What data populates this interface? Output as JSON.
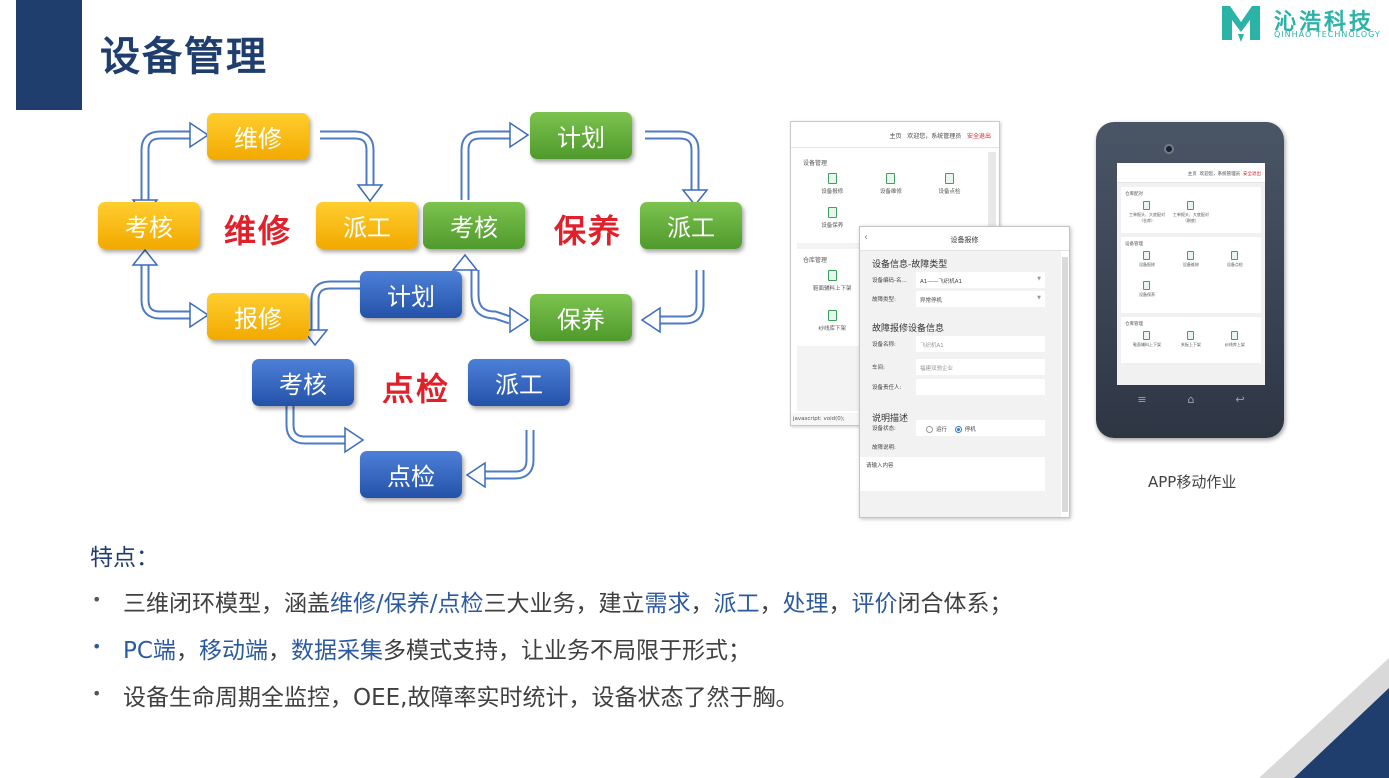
{
  "page": {
    "title": "设备管理",
    "brand": {
      "name": "沁浩科技",
      "subtitle": "QINHAO TECHNOLOGY",
      "color": "#2bb3a8"
    },
    "accent": "#1f3e6e"
  },
  "diagram": {
    "repair_cycle": {
      "label": "维修",
      "nodes": {
        "top": "维修",
        "left": "考核",
        "right": "派工",
        "bottom": "报修"
      }
    },
    "maintain_cycle": {
      "label": "保养",
      "nodes": {
        "top": "计划",
        "left": "考核",
        "right": "派工",
        "bottom": "保养"
      }
    },
    "inspect_cycle": {
      "label": "点检",
      "nodes": {
        "top": "计划",
        "left": "考核",
        "right": "派工",
        "bottom": "点检"
      }
    },
    "colors": {
      "repair": "#f2a900",
      "maintain": "#4f9a2c",
      "inspect": "#2452a8",
      "label": "#e0202a"
    }
  },
  "pc_screen": {
    "nav": {
      "home": "主页",
      "welcome": "欢迎您，系统管理员",
      "logout": "安全退出"
    },
    "section1": {
      "title": "设备管理",
      "items": [
        "设备报修",
        "设备维修",
        "设备点检",
        "设备保养"
      ]
    },
    "section2": {
      "title": "仓库管理",
      "items": [
        "鞋面辅料上下架",
        "纱线库下架"
      ]
    },
    "status": "javascript: void(0);"
  },
  "form_screen": {
    "title": "设备报修",
    "back": "‹",
    "section1": "设备信息-故障类型",
    "fields1": [
      {
        "label": "设备编码-名...",
        "value": "A1——飞织机A1"
      },
      {
        "label": "故障类型:",
        "value": "异常停机"
      }
    ],
    "section2": "故障报修设备信息",
    "fields2": [
      {
        "label": "设备名称:",
        "value": "飞织机A1"
      },
      {
        "label": "车间:",
        "value": "福建双驰企业"
      },
      {
        "label": "设备责任人:",
        "value": ""
      }
    ],
    "section3": "说明描述",
    "status_label": "设备状态:",
    "status_options": [
      "运行",
      "停机"
    ],
    "status_selected": "停机",
    "fault_label": "故障说明:",
    "fault_placeholder": "请输入内容"
  },
  "phone_screen": {
    "nav": {
      "home": "主页",
      "welcome": "欢迎您，系统管理员",
      "logout": "安全退出"
    },
    "section1": {
      "title": "仓库配对",
      "items": [
        "工单报头、大底配对（仓库）",
        "工单报头、大底配对（刷底）"
      ]
    },
    "section2": {
      "title": "设备管理",
      "items": [
        "设备报修",
        "设备维修",
        "设备点检",
        "设备保养"
      ]
    },
    "section3": {
      "title": "仓库管理",
      "items": [
        "鞋面辅料上下架",
        "夹板上下架",
        "纱线库上架"
      ]
    },
    "caption": "APP移动作业"
  },
  "features": {
    "title": "特点：",
    "bullet": "•",
    "line1": {
      "a": "三维闭环模型，涵盖",
      "b": "维修/保养/点检",
      "c": "三大业务，建立",
      "d": "需求",
      "e": "，",
      "f": "派工",
      "g": "，",
      "h": "处理",
      "i": "，",
      "j": "评价",
      "k": "闭合体系；"
    },
    "line2": {
      "a": "PC端",
      "b": "，",
      "c": "移动端",
      "d": "，",
      "e": "数据采集",
      "f": "多模式支持，让业务不局限于形式；"
    },
    "line3": "设备生命周期全监控，OEE,故障率实时统计，设备状态了然于胸。"
  }
}
